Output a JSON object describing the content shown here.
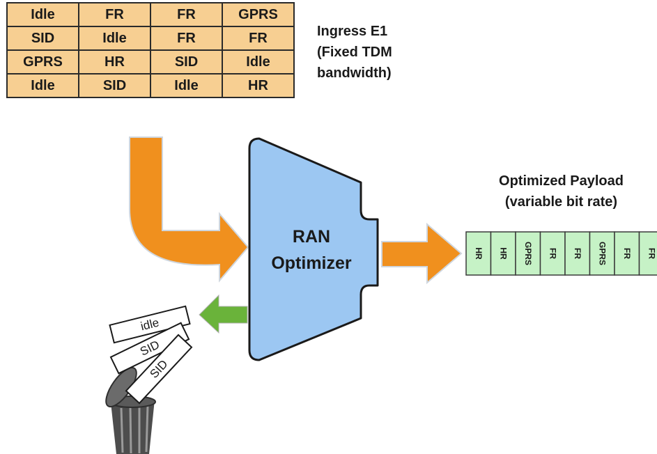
{
  "ingress_table": {
    "rows": [
      [
        "Idle",
        "FR",
        "FR",
        "GPRS"
      ],
      [
        "SID",
        "Idle",
        "FR",
        "FR"
      ],
      [
        "GPRS",
        "HR",
        "SID",
        "Idle"
      ],
      [
        "Idle",
        "SID",
        "Idle",
        "HR"
      ]
    ]
  },
  "ingress_label": {
    "line1": "Ingress E1",
    "line2": "(Fixed TDM",
    "line3": "bandwidth)"
  },
  "optimizer": {
    "line1": "RAN",
    "line2": "Optimizer"
  },
  "payload": {
    "title_line1": "Optimized Payload",
    "title_line2": "(variable bit rate)",
    "cells": [
      "HR",
      "HR",
      "GPRS",
      "FR",
      "FR",
      "GPRS",
      "FR",
      "FR"
    ]
  },
  "discarded": {
    "cards": [
      "idle",
      "SID",
      "SID"
    ]
  },
  "colors": {
    "table_cell": "#f7cf92",
    "arrow_orange": "#f0901e",
    "optimizer_fill": "#9cc7f2",
    "payload_cell": "#c6f2c6",
    "green_arrow": "#6ab33a",
    "trash": "#4d4d4d"
  }
}
